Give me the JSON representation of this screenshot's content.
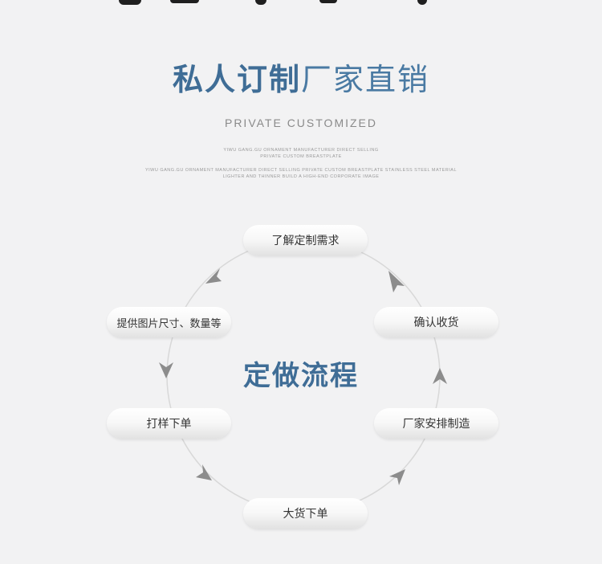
{
  "header": {
    "title_bold": "私人订制",
    "title_light": "厂家直销",
    "subtitle": "PRIVATE CUSTOMIZED",
    "tiny_lines": [
      "YIWU GANG.GU ORNAMENT MANUFACTURER DIRECT SELLING",
      "PRIVATE CUSTOM BREASTPLATE",
      "YIWU GANG.GU ORNAMENT MANUFACTURER DIRECT SELLING PRIVATE CUSTOM BREASTPLATE STAINLESS STEEL MATERIAL",
      "LIGHTER AND THINNER BUILD A HIGH-END CORPORATE IMAGE"
    ]
  },
  "process": {
    "center_title": "定做流程",
    "steps": [
      "了解定制需求",
      "确认收货",
      "厂家安排制造",
      "大货下单",
      "打样下单",
      "提供图片尺寸、数量等"
    ]
  },
  "colors": {
    "accent": "#3f6d96",
    "background": "#f2f2f3",
    "ring": "#d8d8d8",
    "arrow": "#8c8c8c"
  }
}
